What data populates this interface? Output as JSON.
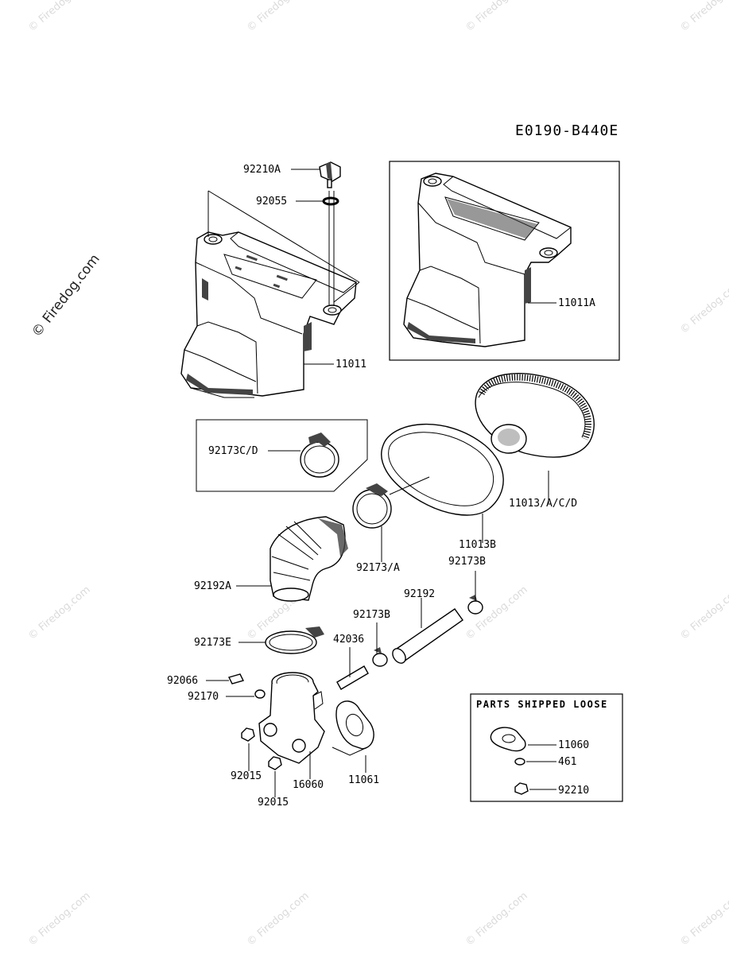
{
  "diagram_code": "E0190-B440E",
  "watermark": "© Firedog.com",
  "parts_shipped_loose_title": "PARTS SHIPPED LOOSE",
  "labels": {
    "p92210A": "92210A",
    "p92055": "92055",
    "p11011": "11011",
    "p11011A": "11011A",
    "p92173CD": "92173C/D",
    "p11013": "11013/A/C/D",
    "p11013B": "11013B",
    "p92173A": "92173/A",
    "p92173B_1": "92173B",
    "p92192A": "92192A",
    "p92192": "92192",
    "p92173B_2": "92173B",
    "p92173E": "92173E",
    "p42036": "42036",
    "p92066": "92066",
    "p92170": "92170",
    "p92015_1": "92015",
    "p92015_2": "92015",
    "p16060": "16060",
    "p11061": "11061",
    "p11060": "11060",
    "p461": "461",
    "p92210": "92210"
  }
}
